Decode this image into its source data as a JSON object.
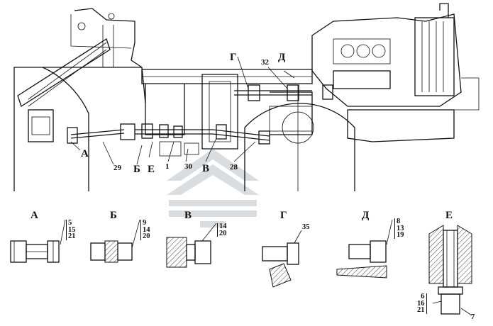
{
  "main_labels": {
    "A": "А",
    "B": "Б",
    "E": "Е",
    "V": "В",
    "G": "Г",
    "D": "Д",
    "n29": "29",
    "n1": "1",
    "n30": "30",
    "n28": "28",
    "n32": "32"
  },
  "details": [
    {
      "title": "А",
      "parts": [
        "5",
        "15",
        "21"
      ]
    },
    {
      "title": "Б",
      "parts": [
        "9",
        "14",
        "20"
      ]
    },
    {
      "title": "В",
      "parts": [
        "14",
        "20"
      ]
    },
    {
      "title": "Г",
      "parts": [
        "35"
      ]
    },
    {
      "title": "Д",
      "parts": [
        "8",
        "13",
        "19"
      ]
    },
    {
      "title": "Е",
      "parts": [
        "6",
        "16",
        "21"
      ],
      "extra": "7"
    }
  ],
  "colors": {
    "line": "#111111",
    "watermark": "#d9dde0"
  }
}
